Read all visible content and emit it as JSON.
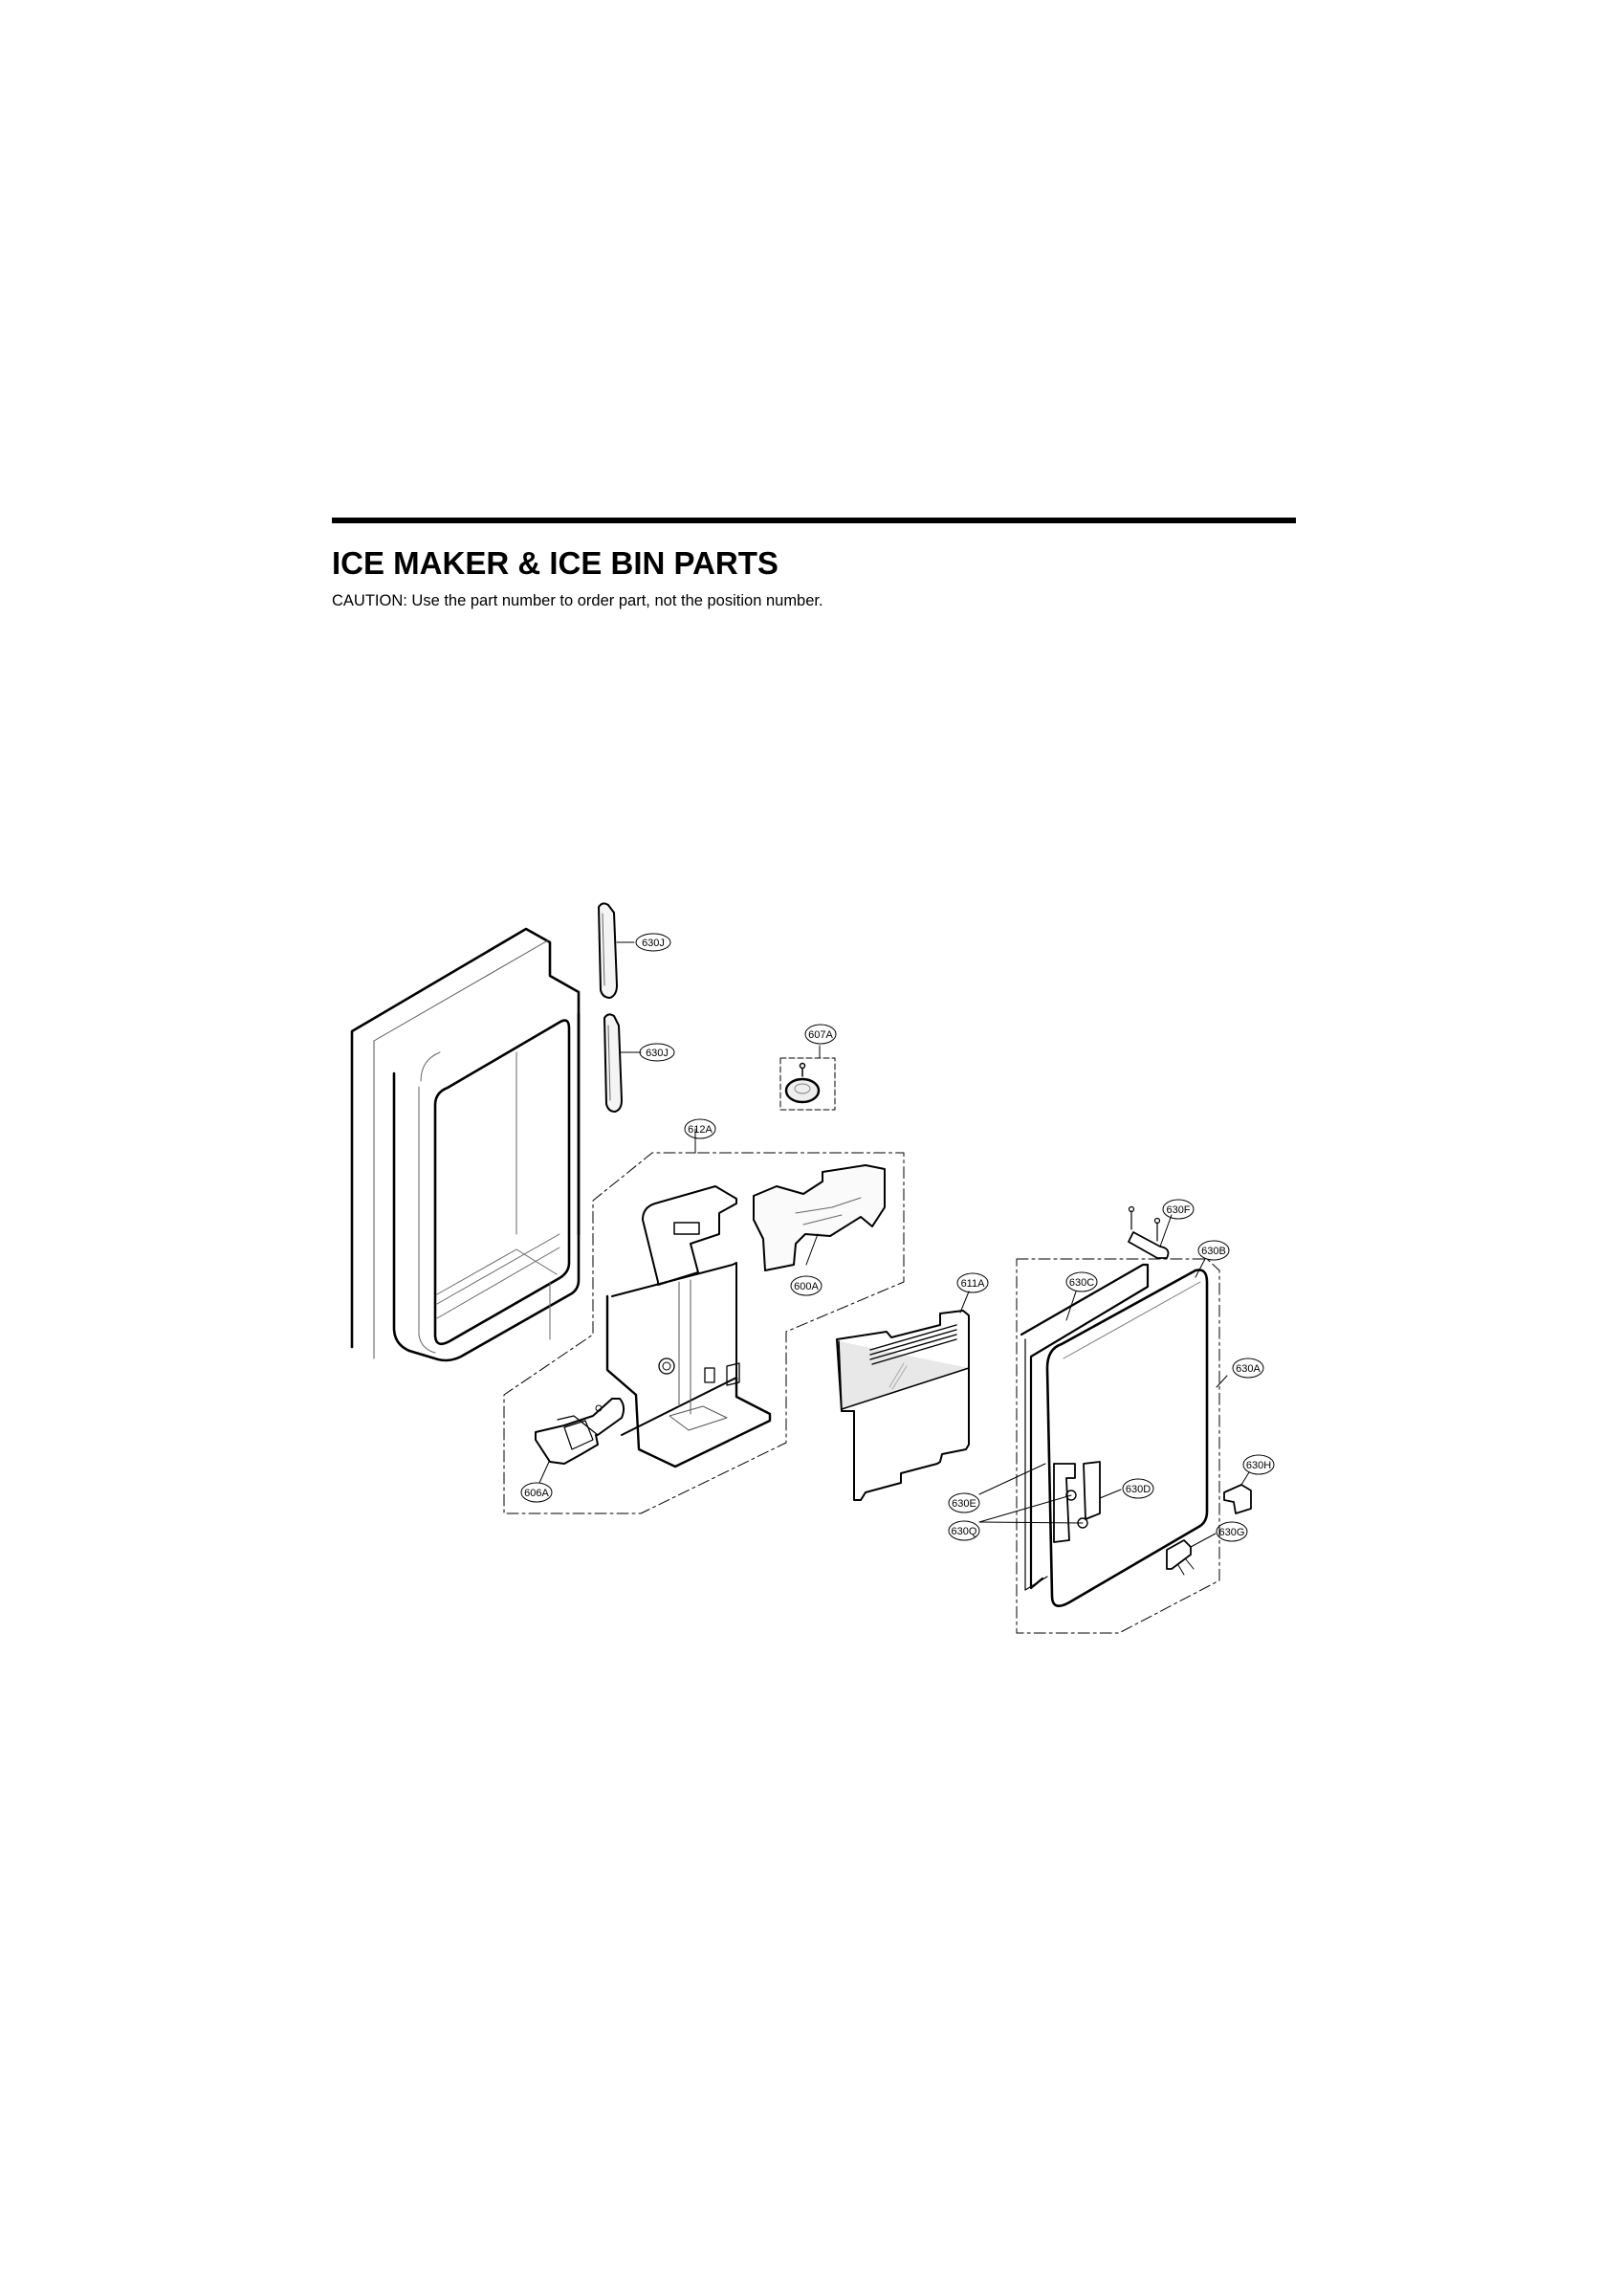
{
  "header": {
    "title": "ICE MAKER & ICE BIN PARTS",
    "caution": "CAUTION: Use the part number to order part, not the position number."
  },
  "diagram": {
    "callouts": [
      {
        "id": "630J_top",
        "label": "630J"
      },
      {
        "id": "630J_bottom",
        "label": "630J"
      },
      {
        "id": "607A",
        "label": "607A"
      },
      {
        "id": "612A",
        "label": "612A"
      },
      {
        "id": "600A",
        "label": "600A"
      },
      {
        "id": "606A",
        "label": "606A"
      },
      {
        "id": "611A",
        "label": "611A"
      },
      {
        "id": "630F",
        "label": "630F"
      },
      {
        "id": "630B",
        "label": "630B"
      },
      {
        "id": "630C",
        "label": "630C"
      },
      {
        "id": "630A",
        "label": "630A"
      },
      {
        "id": "630H",
        "label": "630H"
      },
      {
        "id": "630D",
        "label": "630D"
      },
      {
        "id": "630E",
        "label": "630E"
      },
      {
        "id": "630Q",
        "label": "630Q"
      },
      {
        "id": "630G",
        "label": "630G"
      }
    ]
  }
}
